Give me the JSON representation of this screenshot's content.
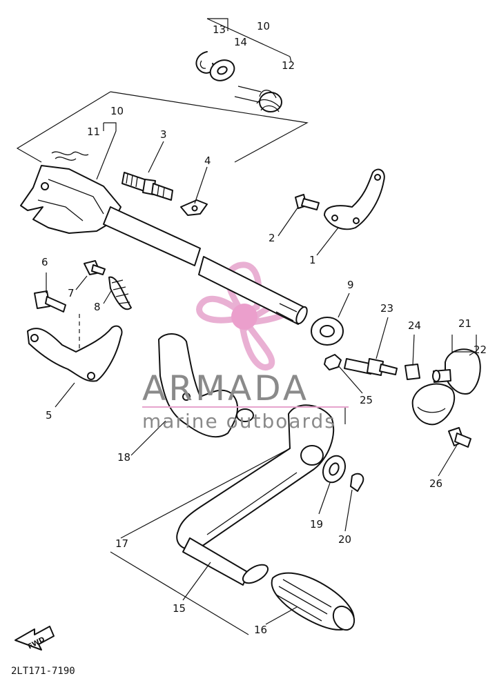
{
  "labels": {
    "p1": "1",
    "p2": "2",
    "p3": "3",
    "p4": "4",
    "p5": "5",
    "p6": "6",
    "p7": "7",
    "p8": "8",
    "p9": "9",
    "p10a": "10",
    "p10b": "10",
    "p11": "11",
    "p12": "12",
    "p13": "13",
    "p14": "14",
    "p15": "15",
    "p16": "16",
    "p17": "17",
    "p18": "18",
    "p19": "19",
    "p20": "20",
    "p21": "21",
    "p22": "22",
    "p23": "23",
    "p24": "24",
    "p25": "25",
    "p26": "26"
  },
  "watermark": {
    "brand": "ARMADA",
    "tagline": "marine outboards",
    "colors": {
      "propeller": "#e6a3cc",
      "hub": "#e88fc4",
      "text": "#8a8a8a"
    }
  },
  "direction_arrow": "FWD",
  "diagram_code": "2LT171-7190",
  "colors": {
    "line": "#111111",
    "background": "#ffffff"
  }
}
